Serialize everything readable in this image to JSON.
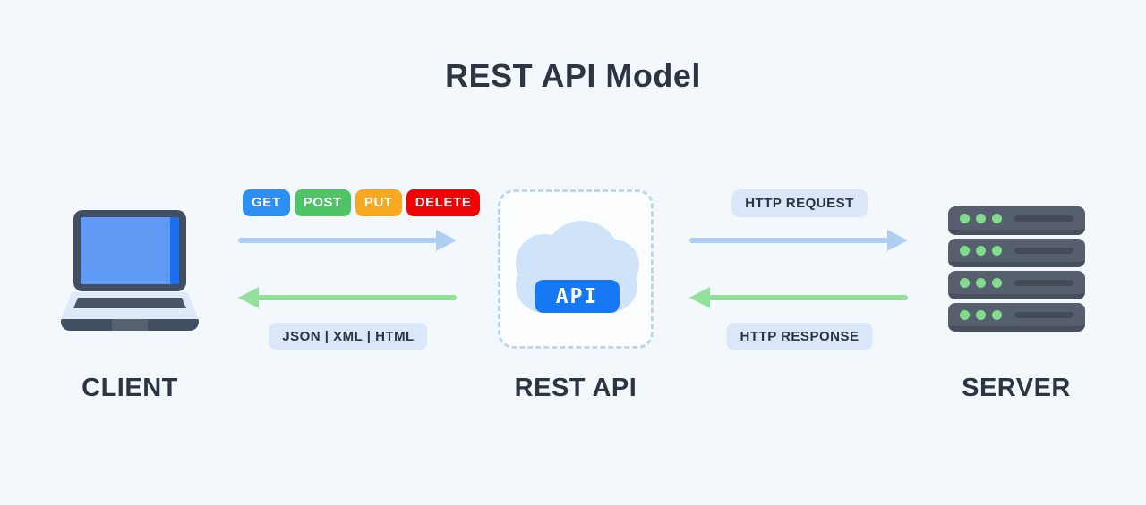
{
  "page": {
    "title": "REST API Model",
    "background": "#f3f8fd"
  },
  "client": {
    "label": "CLIENT",
    "icon": "laptop-icon"
  },
  "rest_api": {
    "label": "REST API",
    "badge": "API",
    "icon": "cloud-icon"
  },
  "server": {
    "label": "SERVER",
    "icon": "server-stack-icon"
  },
  "request_flow": {
    "methods": [
      {
        "label": "GET",
        "color": "#2b90f2"
      },
      {
        "label": "POST",
        "color": "#4fc467"
      },
      {
        "label": "PUT",
        "color": "#f6a91e"
      },
      {
        "label": "DELETE",
        "color": "#ee0606"
      }
    ],
    "http_request_label": "HTTP REQUEST",
    "http_response_label": "HTTP RESPONSE",
    "response_formats_label": "JSON | XML | HTML"
  },
  "colors": {
    "request_arrow": "#b0cdf2",
    "response_arrow": "#90e19a",
    "pill_background": "#dbe7f9",
    "api_badge_background": "#1678f2",
    "dashed_border": "#bdd6f2",
    "cloud": "#cfe4f8",
    "text_dark": "#2d3543",
    "server_body": "#565f6e",
    "server_led": "#7fdd8a"
  }
}
